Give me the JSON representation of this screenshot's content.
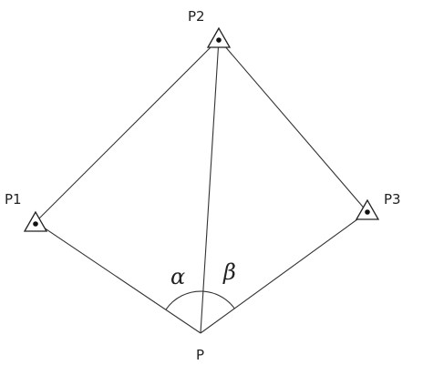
{
  "labels": {
    "p1": "P1",
    "p2": "P2",
    "p3": "P3",
    "p": "P",
    "alpha": "α",
    "beta": "β"
  },
  "colors": {
    "line": "#333333",
    "marker_fill": "#ffffff",
    "marker_dot": "#111111",
    "text": "#222222"
  }
}
